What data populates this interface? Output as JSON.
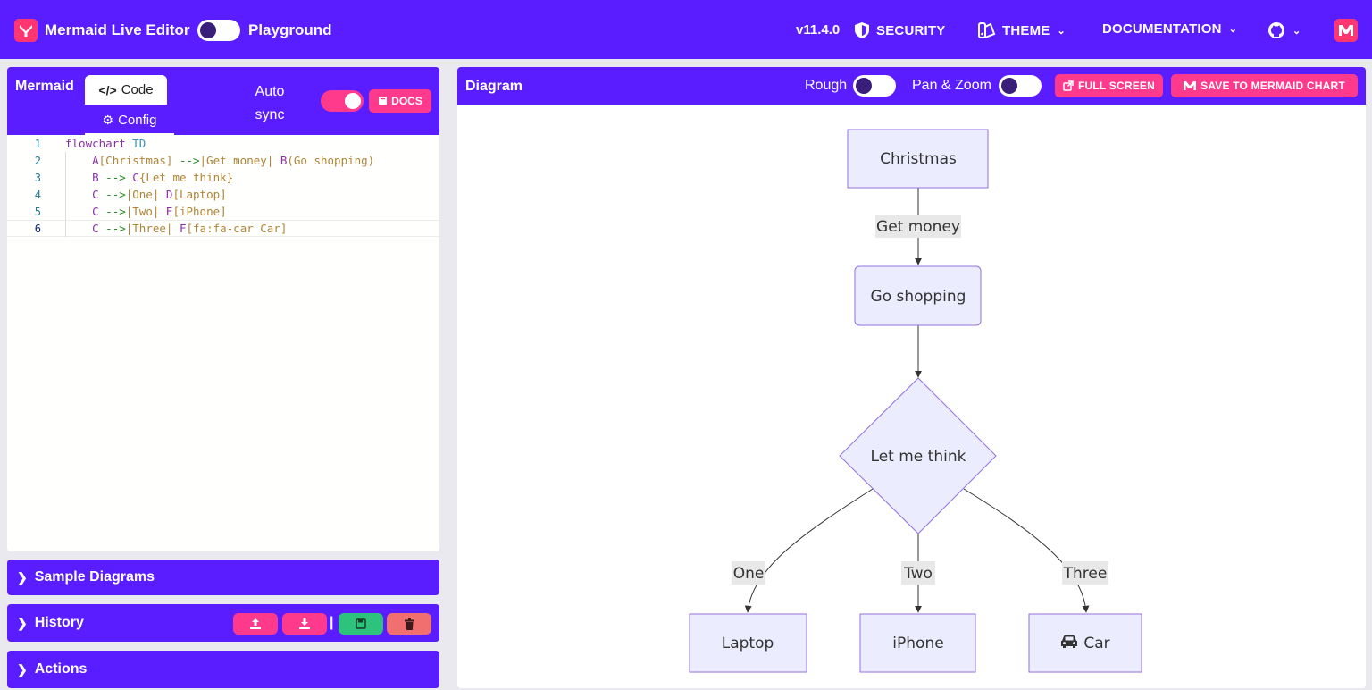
{
  "navbar": {
    "title": "Mermaid Live Editor",
    "playground": "Playground",
    "version": "v11.4.0",
    "security": "SECURITY",
    "theme": "THEME",
    "documentation": "DOCUMENTATION"
  },
  "editor": {
    "title": "Mermaid",
    "tab_code": "Code",
    "tab_config": "Config",
    "autosync_line1": "Auto",
    "autosync_line2": "sync",
    "docs": "DOCS",
    "lines": [
      {
        "n": "1",
        "parts": [
          [
            "kw",
            "flowchart"
          ],
          [
            "sp",
            " "
          ],
          [
            "dir",
            "TD"
          ]
        ]
      },
      {
        "n": "2",
        "parts": [
          [
            "sp",
            "    "
          ],
          [
            "kw",
            "A"
          ],
          [
            "lbl",
            "[Christmas] "
          ],
          [
            "arrow",
            "-->"
          ],
          [
            "lbl",
            "|Get money| "
          ],
          [
            "kw",
            "B"
          ],
          [
            "lbl",
            "(Go shopping)"
          ]
        ]
      },
      {
        "n": "3",
        "parts": [
          [
            "sp",
            "    "
          ],
          [
            "kw",
            "B"
          ],
          [
            "sp",
            " "
          ],
          [
            "arrow",
            "-->"
          ],
          [
            "sp",
            " "
          ],
          [
            "kw",
            "C"
          ],
          [
            "lbl",
            "{Let me think}"
          ]
        ]
      },
      {
        "n": "4",
        "parts": [
          [
            "sp",
            "    "
          ],
          [
            "kw",
            "C"
          ],
          [
            "sp",
            " "
          ],
          [
            "arrow",
            "-->"
          ],
          [
            "lbl",
            "|One| "
          ],
          [
            "kw",
            "D"
          ],
          [
            "lbl",
            "[Laptop]"
          ]
        ]
      },
      {
        "n": "5",
        "parts": [
          [
            "sp",
            "    "
          ],
          [
            "kw",
            "C"
          ],
          [
            "sp",
            " "
          ],
          [
            "arrow",
            "-->"
          ],
          [
            "lbl",
            "|Two| "
          ],
          [
            "kw",
            "E"
          ],
          [
            "lbl",
            "[iPhone]"
          ]
        ]
      },
      {
        "n": "6",
        "parts": [
          [
            "sp",
            "    "
          ],
          [
            "kw",
            "C"
          ],
          [
            "sp",
            " "
          ],
          [
            "arrow",
            "-->"
          ],
          [
            "lbl",
            "|Three| "
          ],
          [
            "kw",
            "F"
          ],
          [
            "lbl",
            "[fa:fa-car Car]"
          ]
        ]
      }
    ]
  },
  "sections": {
    "samples": "Sample Diagrams",
    "history": "History",
    "actions": "Actions"
  },
  "diagram_panel": {
    "title": "Diagram",
    "rough": "Rough",
    "pan_zoom": "Pan & Zoom",
    "full_screen": "FULL SCREEN",
    "save_chart": "SAVE TO MERMAID CHART"
  },
  "flowchart": {
    "nodes": {
      "christmas": "Christmas",
      "shopping": "Go shopping",
      "think": "Let me think",
      "laptop": "Laptop",
      "iphone": "iPhone",
      "car": "Car"
    },
    "edges": {
      "get_money": "Get money",
      "one": "One",
      "two": "Two",
      "three": "Three"
    }
  },
  "colors": {
    "brand": "#5a1dff",
    "accent_pink": "#ff3a8c",
    "logo_red": "#ff3670",
    "save_green": "#2ec37c",
    "delete_coral": "#f26f6f",
    "node_fill": "#ececff",
    "node_stroke": "#9370db"
  }
}
